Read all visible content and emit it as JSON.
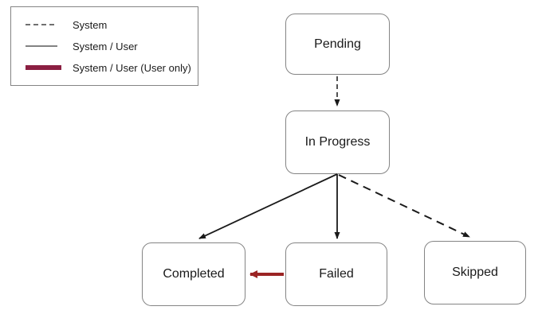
{
  "diagram": {
    "background_color": "#ffffff",
    "legend": {
      "items": [
        {
          "label": "System",
          "line_style": "dashed",
          "color": "#404040"
        },
        {
          "label": "System / User",
          "line_style": "solid",
          "color": "#595959"
        },
        {
          "label": "System / User (User only)",
          "line_style": "thick",
          "color": "#8B1F42"
        }
      ]
    },
    "nodes": [
      {
        "id": "pending",
        "label": "Pending"
      },
      {
        "id": "in_progress",
        "label": "In Progress"
      },
      {
        "id": "completed",
        "label": "Completed"
      },
      {
        "id": "failed",
        "label": "Failed"
      },
      {
        "id": "skipped",
        "label": "Skipped"
      }
    ],
    "edges": [
      {
        "from": "Pending",
        "to": "In Progress",
        "line_style": "dashed",
        "color": "#1a1a1a"
      },
      {
        "from": "In Progress",
        "to": "Completed",
        "line_style": "solid",
        "color": "#1a1a1a"
      },
      {
        "from": "In Progress",
        "to": "Failed",
        "line_style": "solid",
        "color": "#1a1a1a"
      },
      {
        "from": "In Progress",
        "to": "Skipped",
        "line_style": "dashed",
        "color": "#1a1a1a"
      },
      {
        "from": "Failed",
        "to": "Completed",
        "line_style": "thick",
        "color": "#9B2424"
      }
    ]
  }
}
